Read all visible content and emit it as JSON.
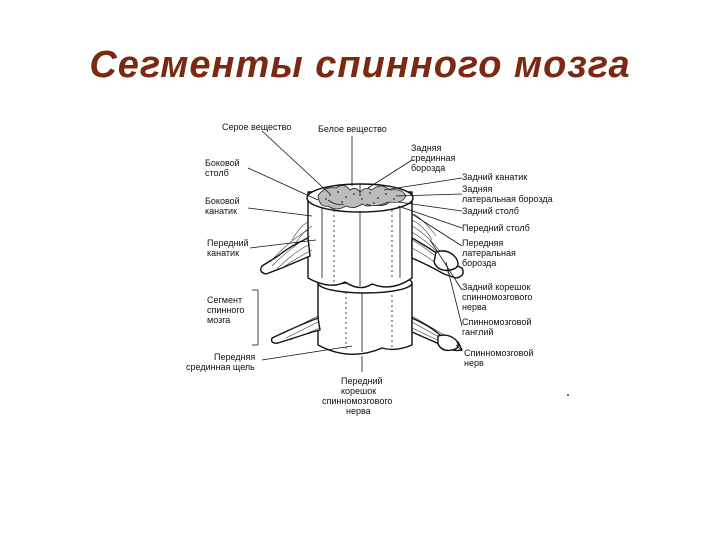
{
  "title": "Сегменты спинного мозга",
  "labels": {
    "gray_matter": "Серое вещество",
    "white_matter": "Белое вещество",
    "posterior_median_sulcus": [
      "Задняя",
      "срединная",
      "борозда"
    ],
    "posterior_funiculus": "Задний канатик",
    "posterior_lateral_sulcus": [
      "Задняя",
      "латеральная борозда"
    ],
    "posterior_horn": "Задний столб",
    "anterior_horn": "Передний  столб",
    "anterior_lateral_sulcus": [
      "Передняя",
      "латеральная",
      "борозда"
    ],
    "posterior_root": [
      "Задний корешок",
      "спинномозгового",
      "нерва"
    ],
    "spinal_ganglion": [
      "Спинномозговой",
      "ганглий"
    ],
    "spinal_nerve": [
      "Спинномозговой",
      "нерв"
    ],
    "lateral_horn": [
      "Боковой",
      "столб"
    ],
    "lateral_funiculus": [
      "Боковой",
      "канатик"
    ],
    "anterior_funiculus": [
      "Передний",
      "канатик"
    ],
    "segment": [
      "Сегмент",
      "спинного",
      "мозга"
    ],
    "anterior_median_fissure": [
      "Передняя",
      "срединная щель"
    ],
    "anterior_root": [
      "Передний",
      "корешок",
      "спинномозгового",
      "нерва"
    ]
  },
  "icons": {
    "diagram": "spinal-cord-segments-illustration"
  }
}
